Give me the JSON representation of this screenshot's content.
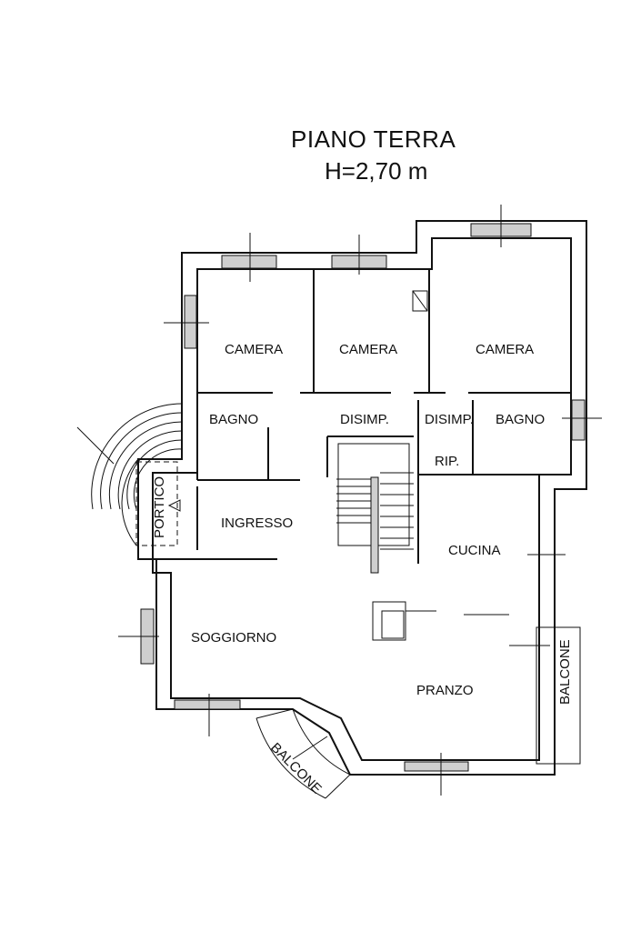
{
  "title": {
    "line1": "PIANO TERRA",
    "line2": "H=2,70 m"
  },
  "rooms": {
    "camera_1": "CAMERA",
    "camera_2": "CAMERA",
    "camera_3": "CAMERA",
    "bagno_1": "BAGNO",
    "bagno_2": "BAGNO",
    "disimp_1": "DISIMP.",
    "disimp_2": "DISIMP.",
    "rip": "RIP.",
    "portico": "PORTICO",
    "ingresso": "INGRESSO",
    "cucina": "CUCINA",
    "soggiorno": "SOGGIORNO",
    "pranzo": "PRANZO",
    "balcone_1": "BALCONE",
    "balcone_2": "BALCONE"
  }
}
